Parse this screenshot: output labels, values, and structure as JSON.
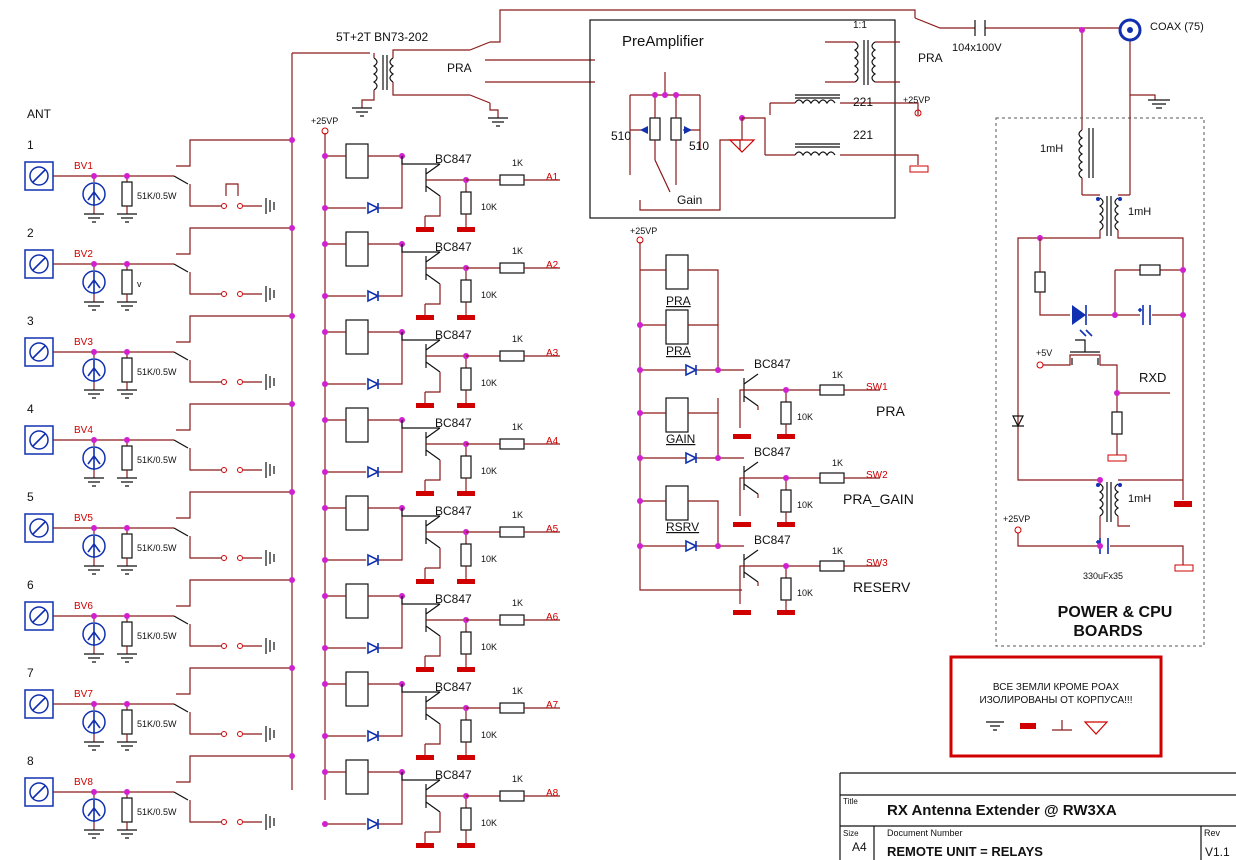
{
  "ant_header": "ANT",
  "channels": [
    {
      "num": "1",
      "bv": "BV1",
      "res": "51K/0.5W",
      "a": "A1"
    },
    {
      "num": "2",
      "bv": "BV2",
      "res": "v",
      "a": "A2"
    },
    {
      "num": "3",
      "bv": "BV3",
      "res": "51K/0.5W",
      "a": "A3"
    },
    {
      "num": "4",
      "bv": "BV4",
      "res": "51K/0.5W",
      "a": "A4"
    },
    {
      "num": "5",
      "bv": "BV5",
      "res": "51K/0.5W",
      "a": "A5"
    },
    {
      "num": "6",
      "bv": "BV6",
      "res": "51K/0.5W",
      "a": "A6"
    },
    {
      "num": "7",
      "bv": "BV7",
      "res": "51K/0.5W",
      "a": "A7"
    },
    {
      "num": "8",
      "bv": "BV8",
      "res": "51K/0.5W",
      "a": "A8"
    }
  ],
  "driver": {
    "transistor": "BC847",
    "base_res": "1K",
    "pull_res": "10K"
  },
  "supply_label": "+25VP",
  "supply_5v": "+5V",
  "transformer_label": "5T+2T BN73-202",
  "pra_label": "PRA",
  "preamp": {
    "title": "PreAmplifier",
    "ratio": "1:1",
    "r1": "510",
    "r2": "510",
    "choke1": "221",
    "choke2": "221",
    "gain": "Gain",
    "pra": "PRA",
    "supply": "+25VP"
  },
  "cap_label": "104x100V",
  "coax_label": "COAX (75)",
  "control_relays": [
    {
      "coil": "PRA",
      "sw": "SW1",
      "name": "PRA"
    },
    {
      "coil": "GAIN",
      "sw": "SW2",
      "name": "PRA_GAIN"
    },
    {
      "coil": "RSRV",
      "sw": "SW3",
      "name": "RESERV"
    }
  ],
  "control_coil_extra": "PRA",
  "power_block": {
    "title_line1": "POWER & CPU",
    "title_line2": "BOARDS",
    "choke_top": "1mH",
    "choke_mid": "1mH",
    "choke_bot": "1mH",
    "rxd": "RXD",
    "cap": "330uFx35",
    "supply": "+25VP"
  },
  "note": {
    "line1": "ВСЕ ЗЕМЛИ КРОМЕ POAX",
    "line2": "ИЗОЛИРОВАНЫ ОТ КОРПУСА!!!"
  },
  "title_block": {
    "title_label": "Title",
    "title": "RX Antenna Extender @ RW3XA",
    "size_label": "Size",
    "size": "A4",
    "doc_label": "Document  Number",
    "doc": "REMOTE UNIT =  RELAYS",
    "rev_label": "Rev",
    "rev": "V1.1"
  },
  "colors": {
    "wire": "#8b1a1a",
    "junction": "#d020d0",
    "label_red": "#d00000",
    "component": "#111111",
    "device": "#1030b0"
  }
}
